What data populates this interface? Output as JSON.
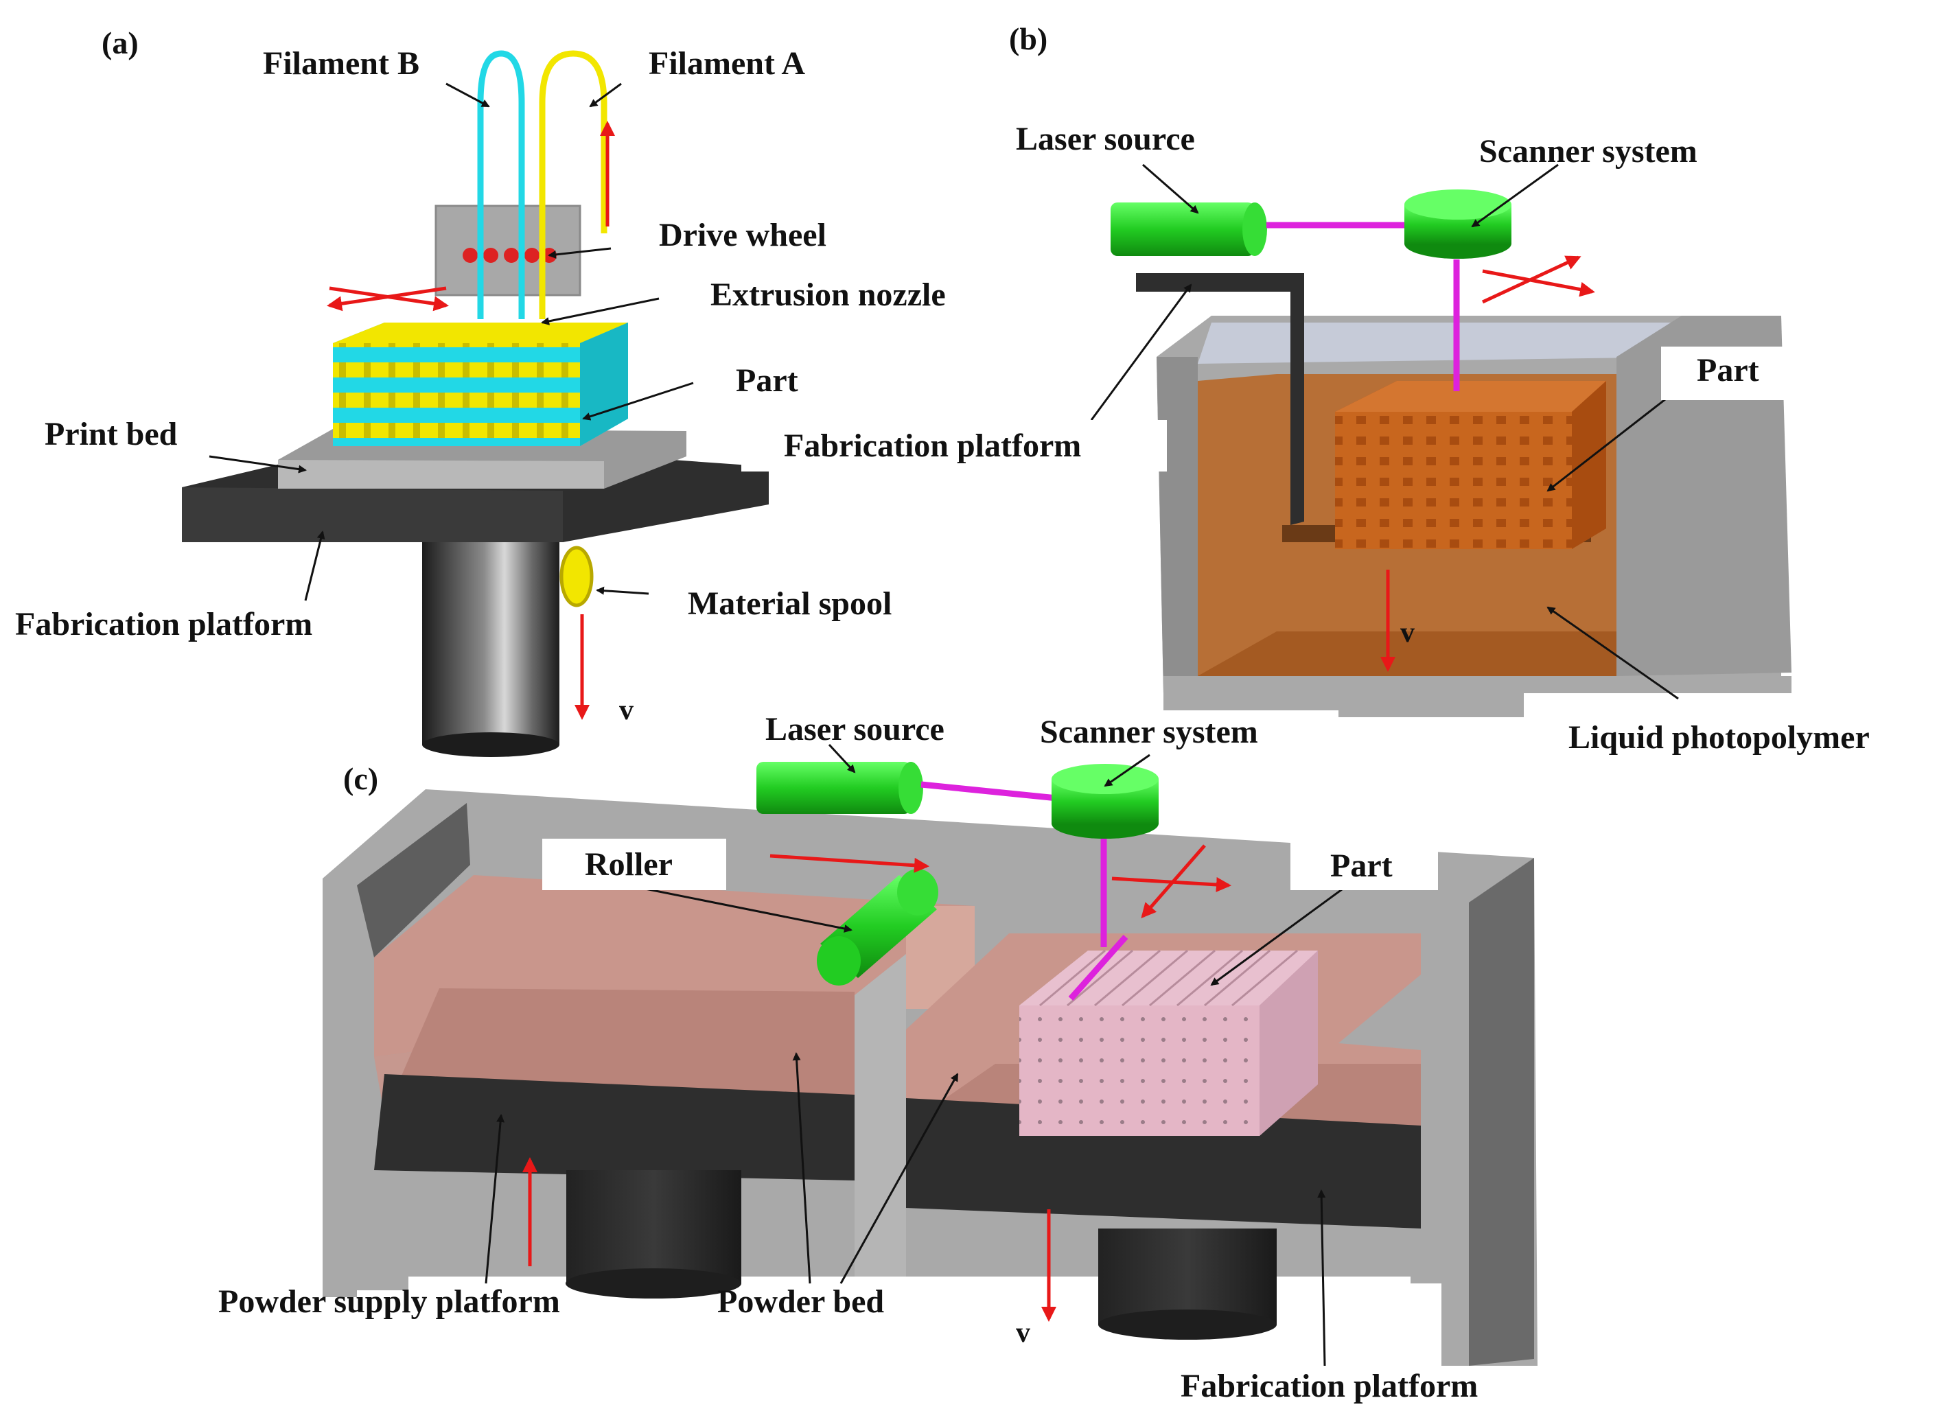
{
  "panels": {
    "a": {
      "tag": "(a)",
      "labels": {
        "filament_b": "Filament B",
        "filament_a": "Filament A",
        "drive_wheel": "Drive wheel",
        "extrusion_nozzle": "Extrusion nozzle",
        "part": "Part",
        "print_bed": "Print bed",
        "fabrication_platform": "Fabrication platform",
        "material_spool": "Material spool",
        "velocity": "v"
      }
    },
    "b": {
      "tag": "(b)",
      "labels": {
        "laser_source": "Laser source",
        "scanner_system": "Scanner system",
        "part": "Part",
        "fabrication_platform": "Fabrication platform",
        "liquid_photopolymer": "Liquid photopolymer",
        "velocity": "v"
      }
    },
    "c": {
      "tag": "(c)",
      "labels": {
        "laser_source": "Laser source",
        "scanner_system": "Scanner system",
        "roller": "Roller",
        "part": "Part",
        "powder_supply_platform": "Powder supply platform",
        "powder_bed": "Powder bed",
        "fabrication_platform": "Fabrication platform",
        "velocity": "v"
      }
    }
  },
  "colors": {
    "filament_a": "#f2e600",
    "filament_b": "#22d8e6",
    "laser_green": "#22cc22",
    "laser_beam": "#dd22dd",
    "motion_arrow": "#e81818",
    "platform_dark": "#2e2e2e",
    "wall_gray": "#a9a9a9",
    "photopolymer": "#b86a2c",
    "powder": "#c9968c",
    "part_c": "#e2b2c4"
  }
}
